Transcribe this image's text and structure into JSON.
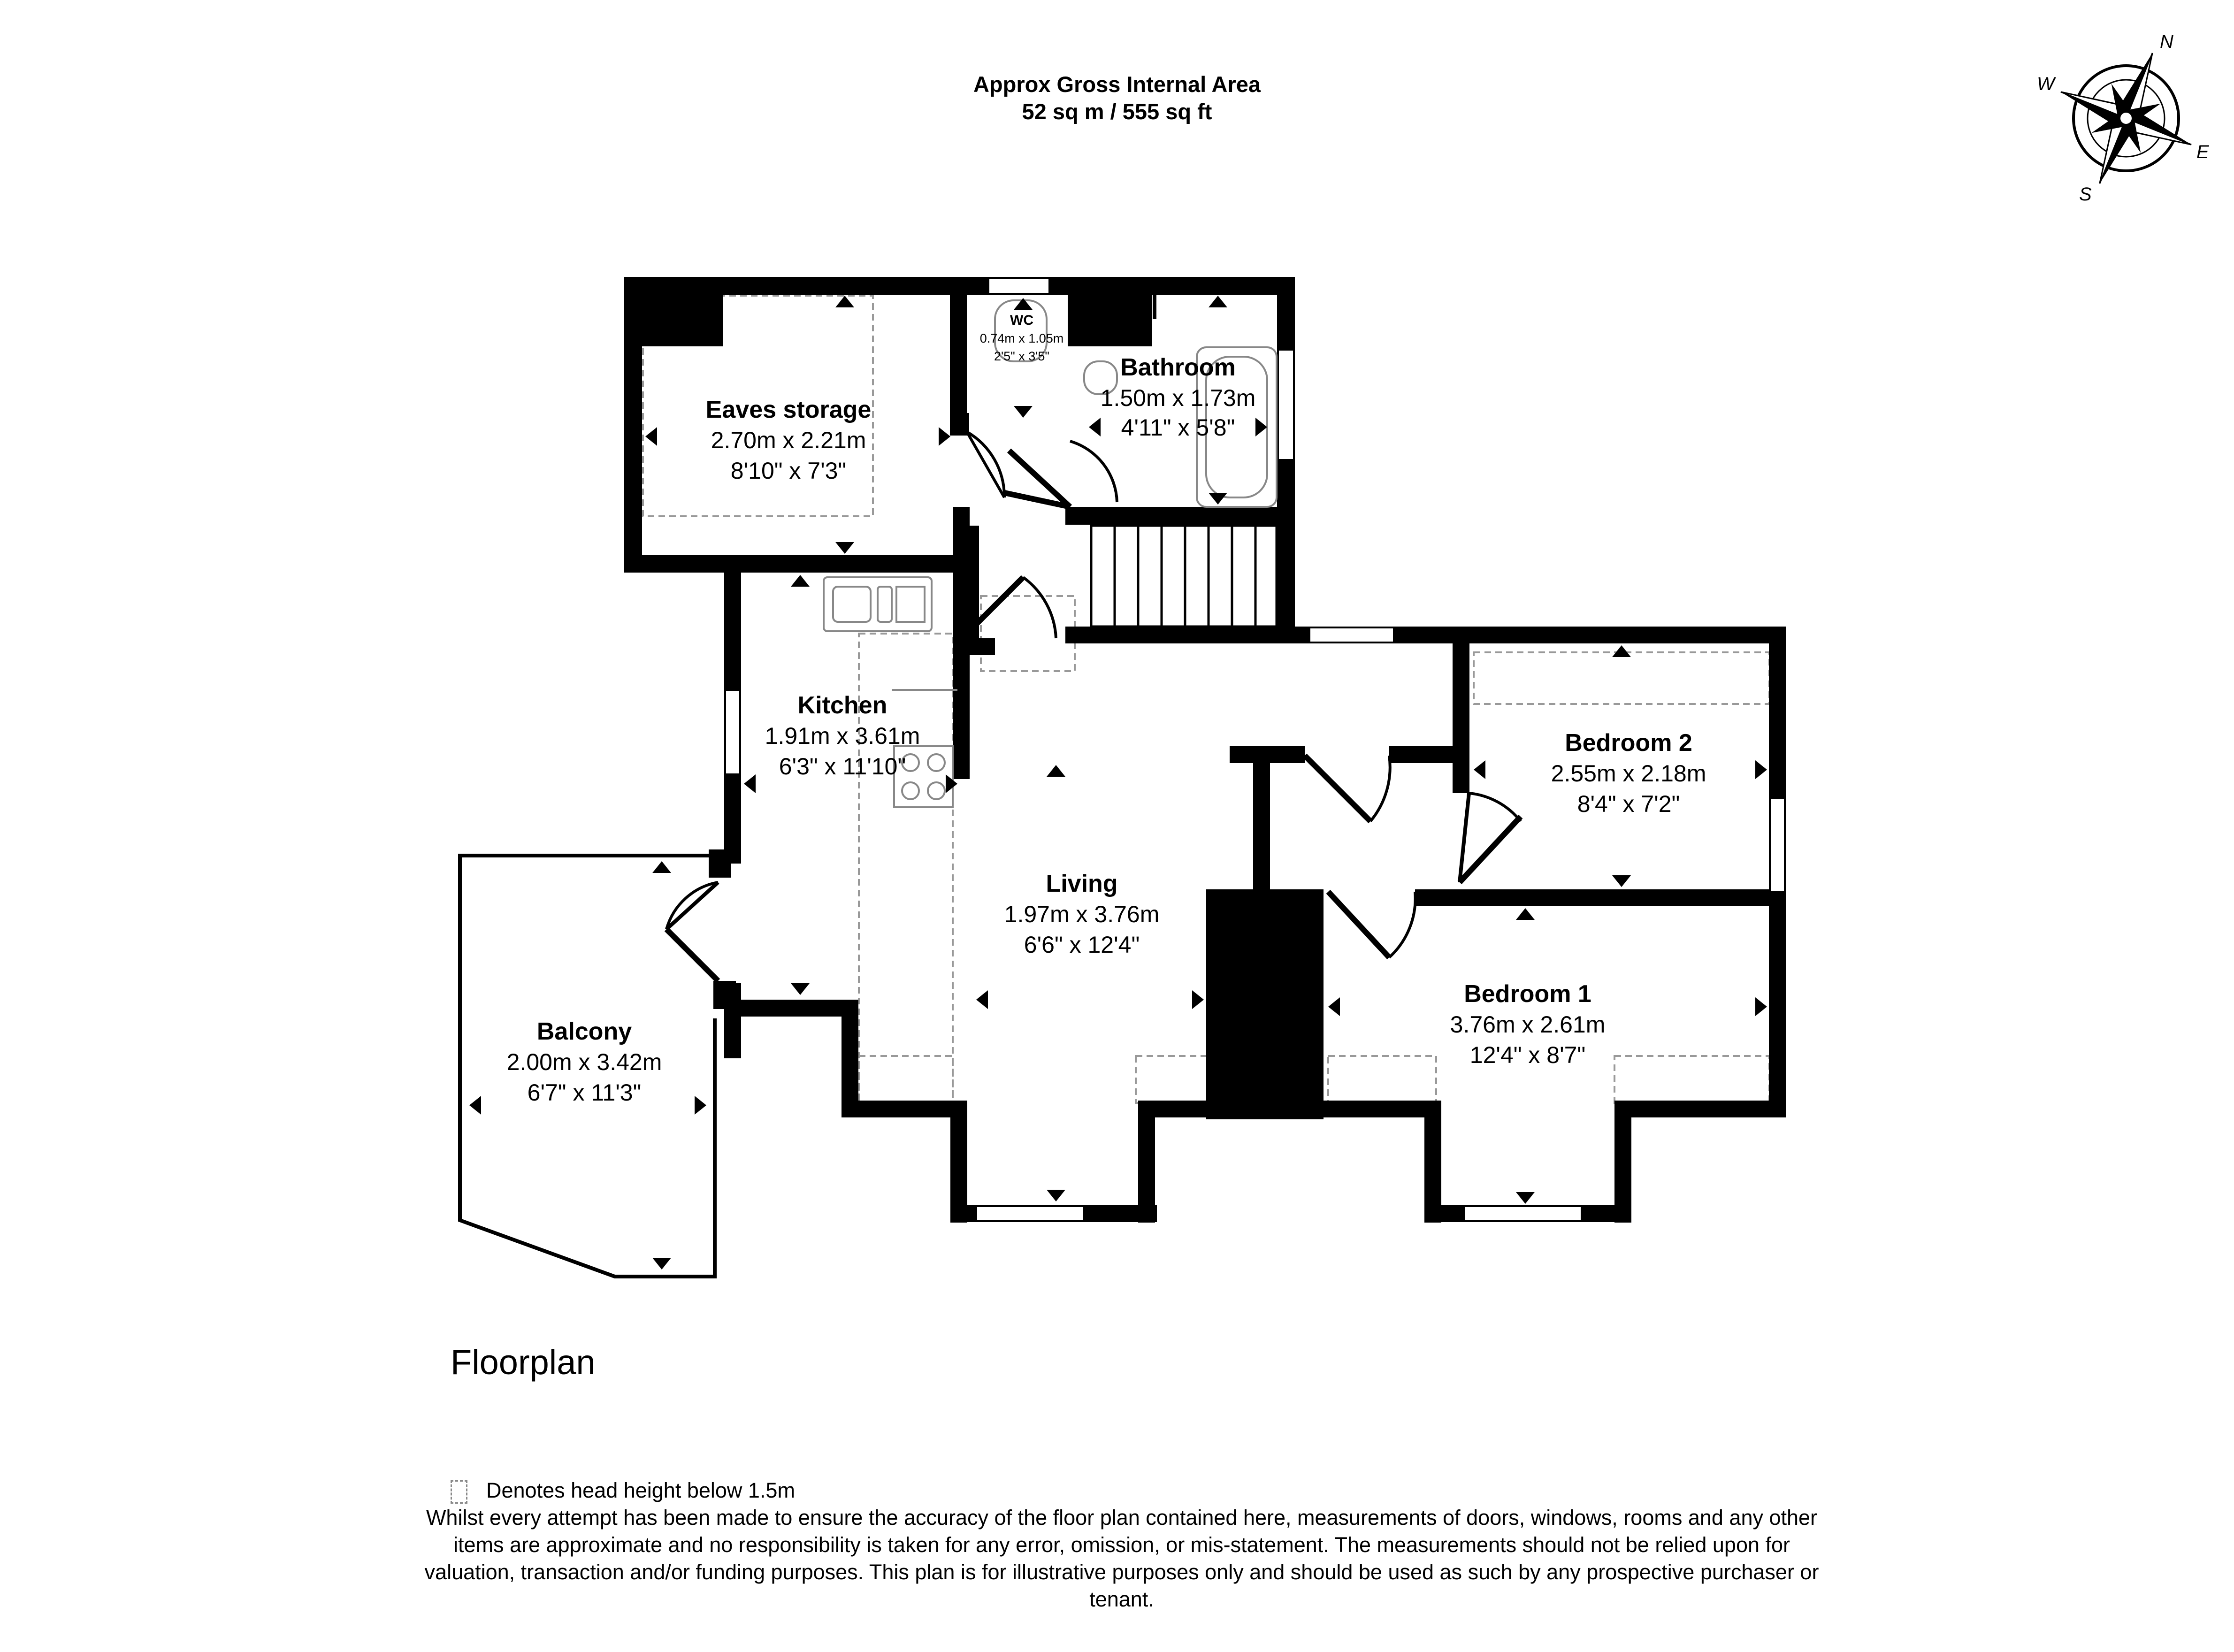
{
  "header": {
    "line1": "Approx Gross Internal Area",
    "line2": "52 sq m / 555 sq ft"
  },
  "compass": {
    "n": "N",
    "e": "E",
    "s": "S",
    "w": "W"
  },
  "rooms": {
    "eaves": {
      "name": "Eaves storage",
      "metric": "2.70m x 2.21m",
      "imperial": "8'10\" x 7'3\""
    },
    "wc": {
      "name": "WC",
      "metric": "0.74m x 1.05m",
      "imperial": "2'5\" x 3'5\""
    },
    "bathroom": {
      "name": "Bathroom",
      "metric": "1.50m x 1.73m",
      "imperial": "4'11\" x 5'8\""
    },
    "kitchen": {
      "name": "Kitchen",
      "metric": "1.91m x 3.61m",
      "imperial": "6'3\" x 11'10\""
    },
    "living": {
      "name": "Living",
      "metric": "1.97m x 3.76m",
      "imperial": "6'6\" x 12'4\""
    },
    "bedroom2": {
      "name": "Bedroom 2",
      "metric": "2.55m x 2.18m",
      "imperial": "8'4\" x 7'2\""
    },
    "bedroom1": {
      "name": "Bedroom 1",
      "metric": "3.76m x 2.61m",
      "imperial": "12'4\" x 8'7\""
    },
    "balcony": {
      "name": "Balcony",
      "metric": "2.00m x 3.42m",
      "imperial": "6'7\" x 11'3\""
    }
  },
  "floor_label": "Floorplan",
  "legend": {
    "text": "Denotes head height below 1.5m"
  },
  "disclaimer": "Whilst every attempt has been made to ensure the accuracy of the floor plan contained here, measurements of doors, windows, rooms and any other items are approximate and no responsibility is taken for any error, omission, or mis-statement. The measurements should not be relied upon for valuation, transaction and/or funding purposes. This plan is for illustrative purposes only and should be used as such by any prospective purchaser or tenant.",
  "colors": {
    "wall": "#000000",
    "dashed": "#999999",
    "fixture": "#888888"
  }
}
